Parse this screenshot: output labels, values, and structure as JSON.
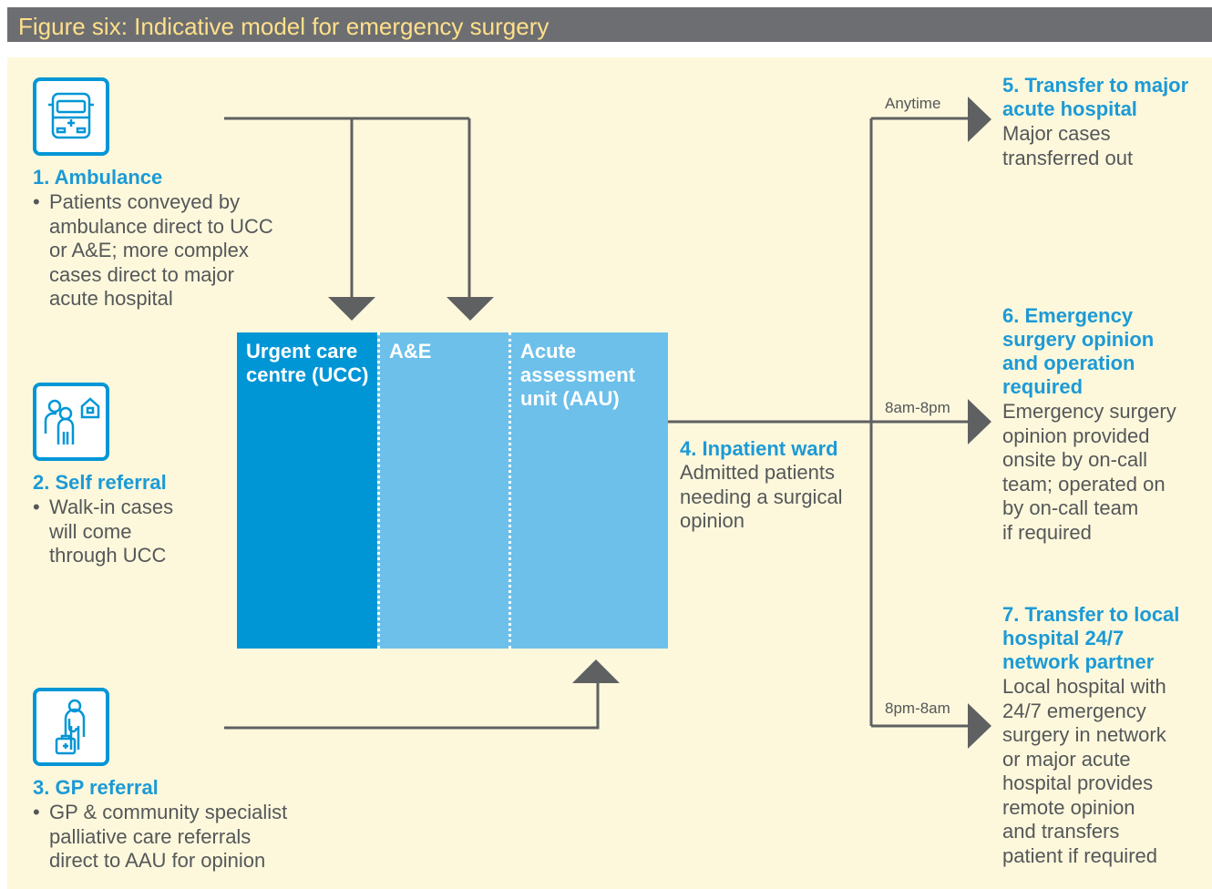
{
  "header": {
    "title": "Figure six: Indicative model for emergency surgery"
  },
  "inputs": {
    "ambulance": {
      "title": "1. Ambulance",
      "lines": [
        "Patients conveyed by",
        "ambulance direct to UCC",
        "or A&E; more complex",
        "cases direct to major",
        "acute hospital"
      ]
    },
    "self_referral": {
      "title": "2. Self referral",
      "lines": [
        "Walk-in cases",
        "will come",
        "through UCC"
      ]
    },
    "gp_referral": {
      "title": "3. GP referral",
      "lines": [
        "GP & community specialist",
        "palliative care referrals",
        "direct to AAU for opinion"
      ]
    }
  },
  "bullet": "•",
  "units": {
    "ucc": [
      "Urgent care",
      "centre (UCC)"
    ],
    "ae": [
      "A&E"
    ],
    "aau": [
      "Acute",
      "assessment",
      "unit (AAU)"
    ]
  },
  "ward": {
    "title": "4. Inpatient ward",
    "lines": [
      "Admitted patients",
      "needing a surgical",
      "opinion"
    ]
  },
  "time_labels": {
    "anytime": "Anytime",
    "day": "8am-8pm",
    "night": "8pm-8am"
  },
  "outcomes": {
    "transfer_major": {
      "title_lines": [
        "5. Transfer to major",
        "acute hospital"
      ],
      "lines": [
        "Major cases",
        "transferred out"
      ]
    },
    "emergency_opinion": {
      "title_lines": [
        "6. Emergency",
        "surgery opinion",
        "and operation",
        "required"
      ],
      "lines": [
        "Emergency surgery",
        "opinion provided",
        "onsite by on-call",
        "team; operated on",
        "by on-call team",
        "if required"
      ]
    },
    "transfer_local": {
      "title_lines": [
        "7. Transfer to local",
        "hospital 24/7",
        "network partner"
      ],
      "lines": [
        "Local hospital with",
        "24/7 emergency",
        "surgery in network",
        "or major acute",
        "hospital provides",
        "remote opinion",
        "and transfers",
        "patient if required"
      ]
    }
  },
  "colors": {
    "header_bg": "#6d6e71",
    "header_text": "#ffe08a",
    "panel_bg": "#fdf8dc",
    "accent_blue": "#1c9ad6",
    "ucc_blue": "#0096d6",
    "unit_light_blue": "#6cc0ea",
    "connector_gray": "#5f6062"
  },
  "icons": [
    "ambulance-icon",
    "self-referral-icon",
    "gp-doctor-icon"
  ]
}
